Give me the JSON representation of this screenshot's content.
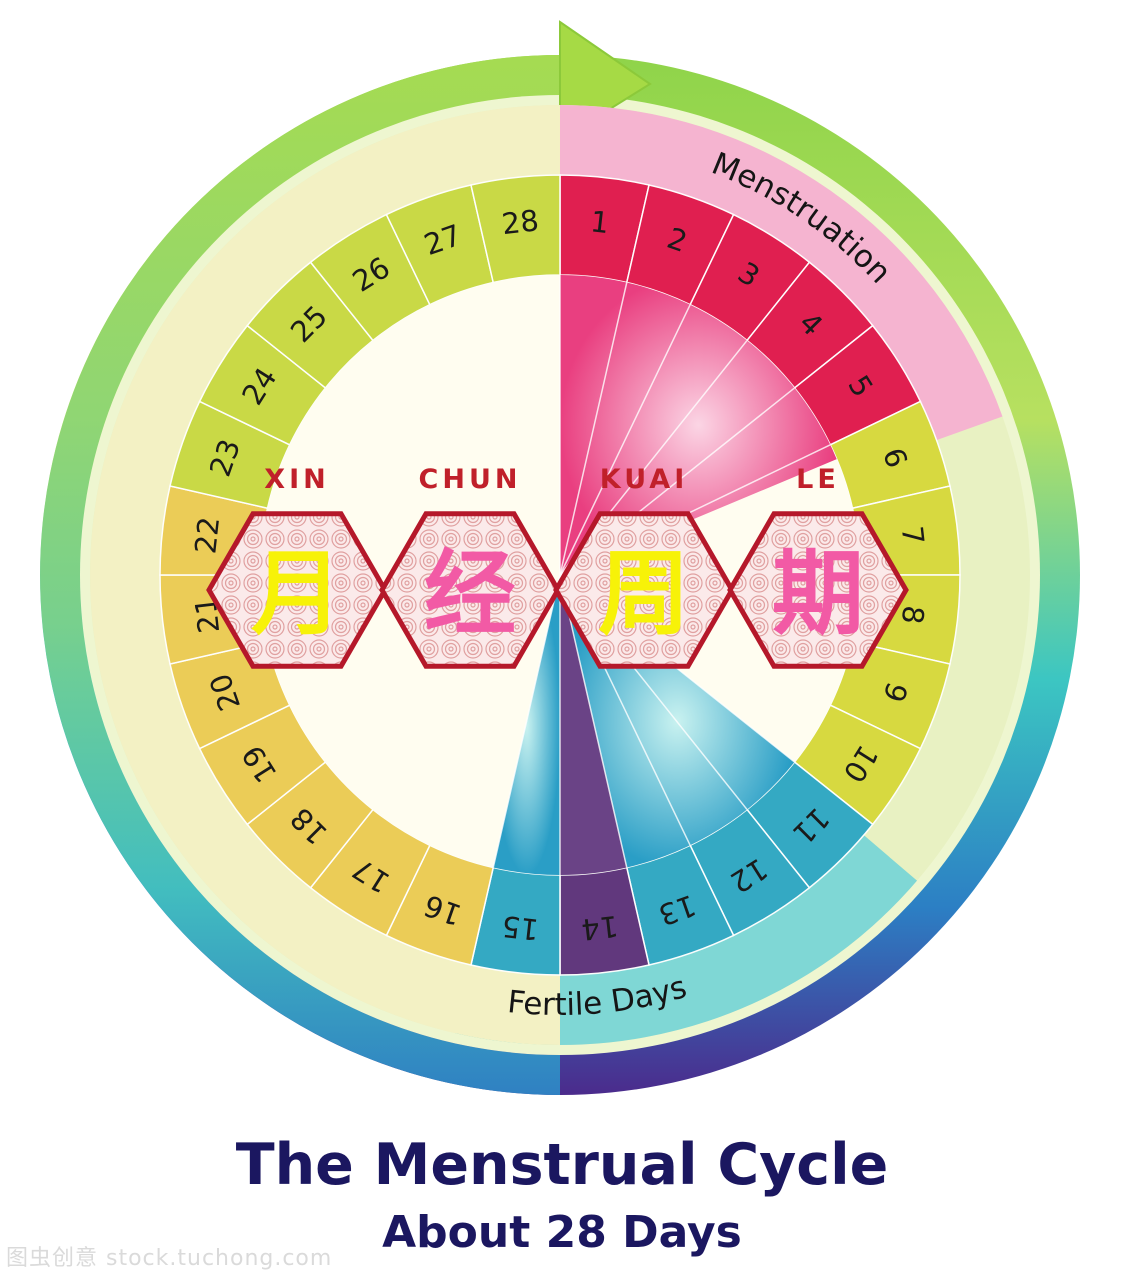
{
  "diagram": {
    "title": "The Menstrual Cycle",
    "subtitle": "About 28 Days",
    "arc_labels": {
      "menstruation": "Menstruation",
      "fertile": "Fertile Days"
    },
    "days": [
      "1",
      "2",
      "3",
      "4",
      "5",
      "6",
      "7",
      "8",
      "9",
      "10",
      "11",
      "12",
      "13",
      "14",
      "15",
      "16",
      "17",
      "18",
      "19",
      "20",
      "21",
      "22",
      "23",
      "24",
      "25",
      "26",
      "27",
      "28"
    ],
    "hexagons": [
      {
        "pinyin": "XIN",
        "char": "月",
        "char_color": "#f7f208"
      },
      {
        "pinyin": "CHUN",
        "char": "经",
        "char_color": "#f25aa5"
      },
      {
        "pinyin": "KUAI",
        "char": "周",
        "char_color": "#f7f208"
      },
      {
        "pinyin": "LE",
        "char": "期",
        "char_color": "#f25aa5"
      }
    ],
    "colors": {
      "menstruation": "#e0144a",
      "menstruation_band": "#f5b4d0",
      "follicular": "#d7d83a",
      "fertile_teal": "#2ba6c4",
      "ovulation": "#5a2f7a",
      "luteal": "#eccb52",
      "title": "#1b1760"
    }
  },
  "watermark": "图虫创意 stock.tuchong.com"
}
